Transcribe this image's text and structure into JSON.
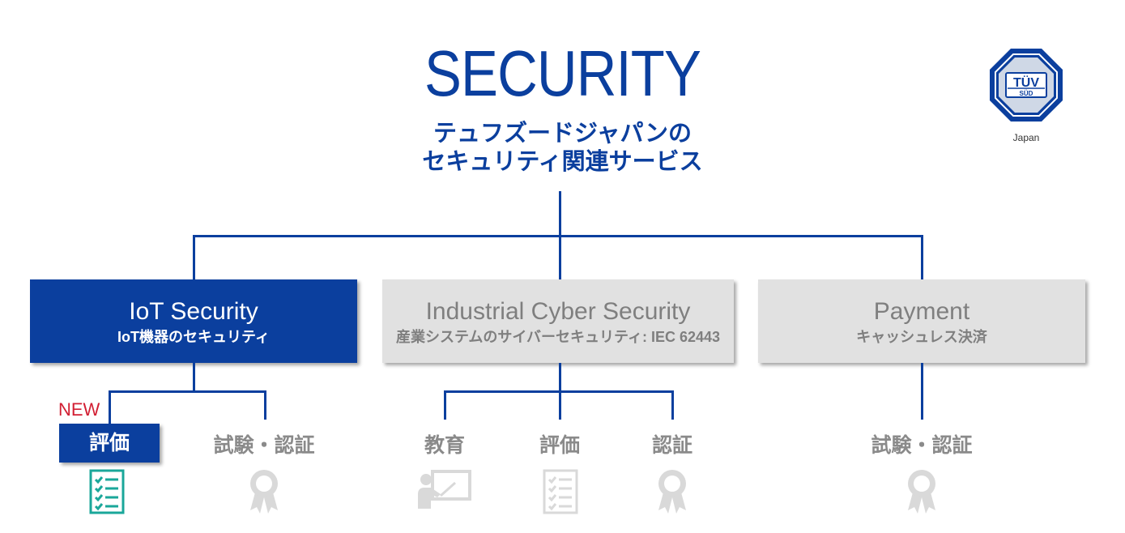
{
  "header": {
    "title": "SECURITY",
    "subtitle_line1": "テュフズードジャパンの",
    "subtitle_line2": "セキュリティ関連サービス"
  },
  "logo": {
    "brand": "TÜV",
    "sub": "SÜD",
    "region": "Japan"
  },
  "categories": [
    {
      "name": "IoT Security",
      "description": "IoT機器のセキュリティ",
      "highlighted": true
    },
    {
      "name": "Industrial Cyber Security",
      "description": "産業システムのサイバーセキュリティ: IEC 62443",
      "highlighted": false
    },
    {
      "name": "Payment",
      "description": "キャッシュレス決済",
      "highlighted": false
    }
  ],
  "services": {
    "iot": [
      {
        "label": "評価",
        "badge": "NEW",
        "icon": "checklist-icon",
        "highlighted": true
      },
      {
        "label": "試験・認証",
        "icon": "award-ribbon-icon",
        "highlighted": false
      }
    ],
    "industrial": [
      {
        "label": "教育",
        "icon": "presentation-board-icon"
      },
      {
        "label": "評価",
        "icon": "checklist-icon"
      },
      {
        "label": "認証",
        "icon": "award-ribbon-icon"
      }
    ],
    "payment": [
      {
        "label": "試験・認証",
        "icon": "award-ribbon-icon"
      }
    ]
  },
  "colors": {
    "brand_blue": "#0b3f9e",
    "inactive_grey": "#e1e1e1",
    "inactive_text": "#7f7f7f",
    "new_red": "#d21f33",
    "active_icon_teal": "#1aa79a"
  }
}
